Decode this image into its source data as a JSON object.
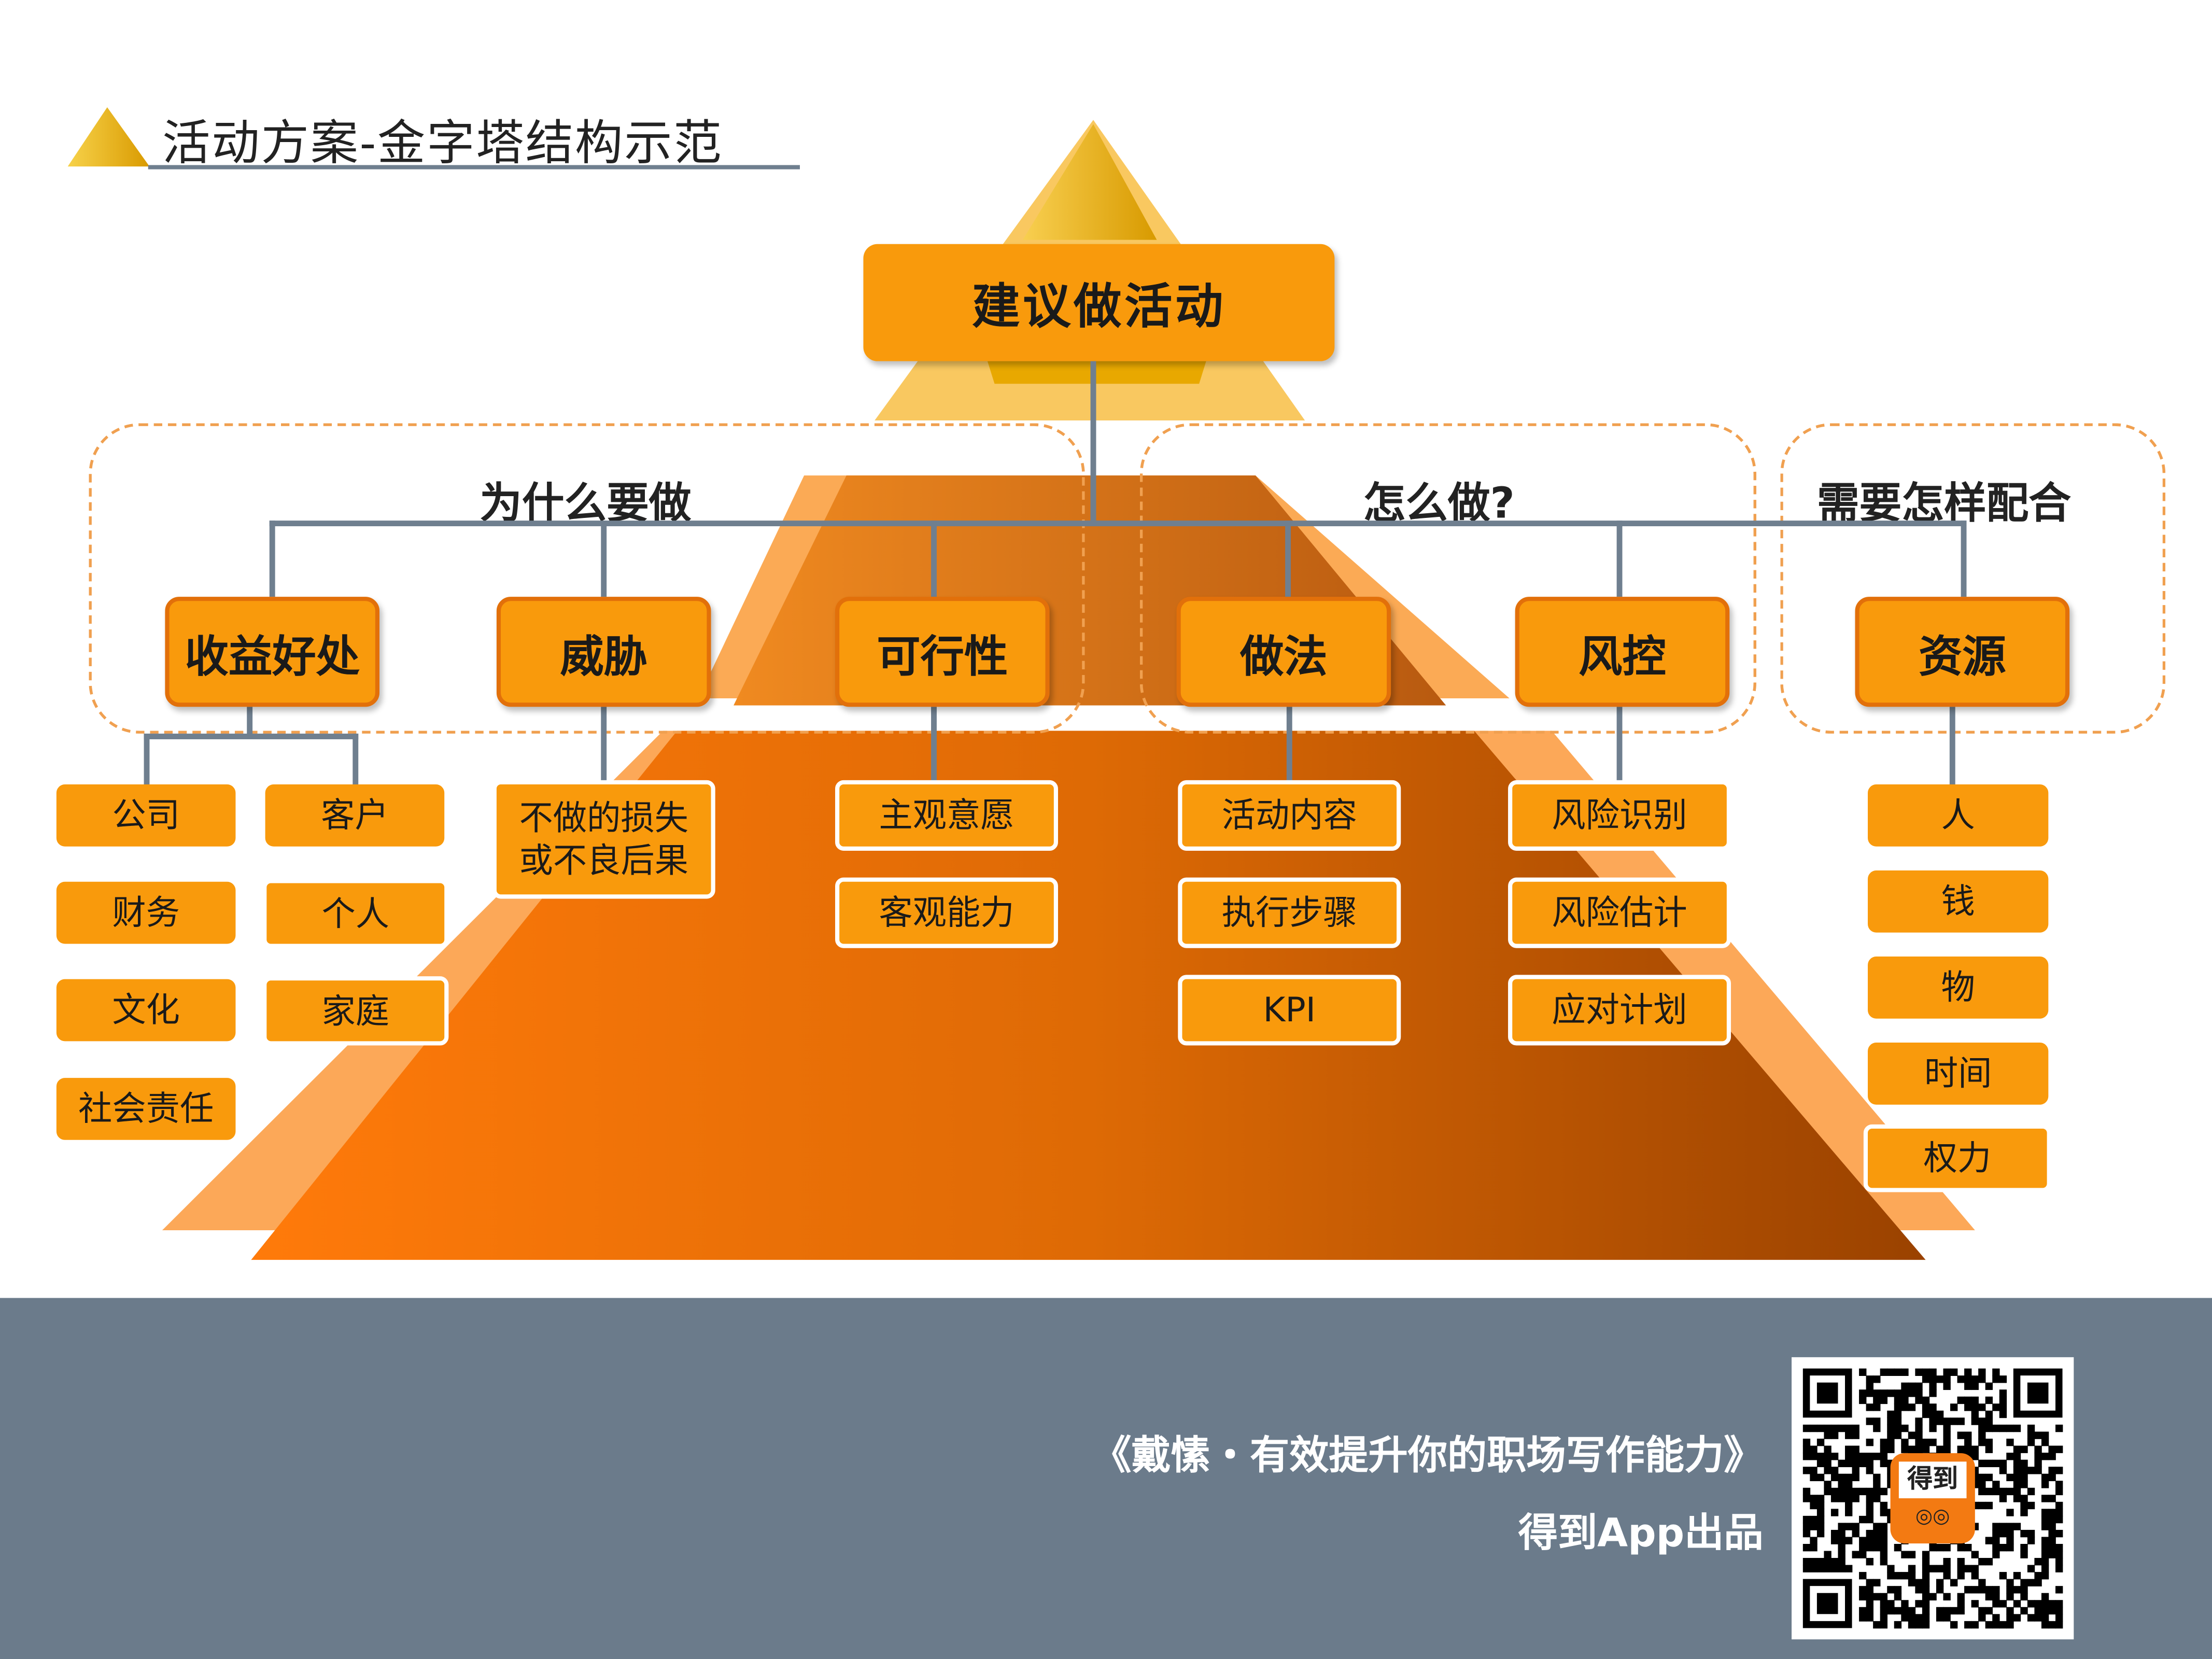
{
  "title": "活动方案-金字塔结构示范",
  "root": "建议做活动",
  "groups": [
    {
      "heading": "为什么要做"
    },
    {
      "heading": "怎么做?"
    },
    {
      "heading": "需要怎样配合"
    }
  ],
  "level2": [
    "收益好处",
    "威胁",
    "可行性",
    "做法",
    "风控",
    "资源"
  ],
  "benefits": {
    "left": [
      "公司",
      "财务",
      "文化",
      "社会责任"
    ],
    "right": [
      "客户",
      "个人",
      "家庭"
    ]
  },
  "threat": [
    "不做的损失",
    "或不良后果"
  ],
  "feasibility": [
    "主观意愿",
    "客观能力"
  ],
  "method": [
    "活动内容",
    "执行步骤",
    "KPI"
  ],
  "risk": [
    "风险识别",
    "风险估计",
    "应对计划"
  ],
  "resources": [
    "人",
    "钱",
    "物",
    "时间",
    "权力"
  ],
  "footer": {
    "line1": "《戴愫・有效提升你的职场写作能力》",
    "line2": "得到App出品",
    "qr_logo": "得到"
  },
  "colors": {
    "accent": "#f99a0c",
    "footer_bg": "#6b7b8b",
    "connector": "#6f7f8f"
  }
}
